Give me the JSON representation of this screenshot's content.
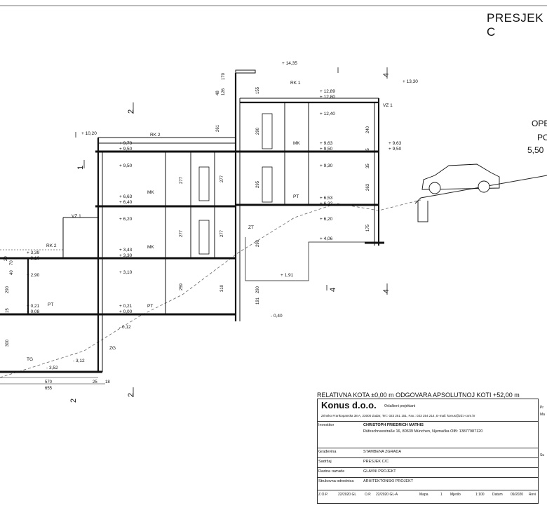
{
  "sheet": {
    "title": "PRESJEK C",
    "ref_note": "RELATIVNA KOTA ±0,00 m ODGOVARA APSOLUTNOJ KOTI +52,00 m",
    "side_text": [
      "OPE",
      "PO",
      "5,50"
    ]
  },
  "levels": {
    "roof": "+ 14,35",
    "top_parapet": "+ 13,30",
    "right": [
      "+ 12,89",
      "+ 12,80",
      "+ 12,40",
      "+ 9,63",
      "+ 9,50",
      "+ 9,30",
      "+ 6,53",
      "+ 6,32",
      "+ 6,20",
      "+ 4,06",
      "+ 1,91",
      "- 0,40"
    ],
    "right_side": [
      "+ 9,63",
      "+ 9,50"
    ],
    "left": [
      "+ 10,20",
      "+ 9,79",
      "+ 9,50",
      "+ 9,50",
      "+ 6,63",
      "+ 6,40",
      "+ 6,20",
      "+ 3,43",
      "+ 3,30",
      "+ 3,10",
      "+ 0,21",
      "+ 0,00",
      "- 0,12",
      "- 3,12"
    ],
    "far_left": [
      "+ 3,39",
      "+ 3,10",
      "+ 2,90",
      "+ 0,21",
      "+ 0,08",
      "- 3,52"
    ]
  },
  "rooms": [
    "RK 1",
    "RK 2",
    "RK 2",
    "MK",
    "MK",
    "MK",
    "PT",
    "PT",
    "PT",
    "ZT",
    "ZG",
    "TG",
    "VZ 1",
    "VZ 1"
  ],
  "dims_vertical": [
    "126",
    "48",
    "170",
    "155",
    "261",
    "290",
    "240",
    "15",
    "277",
    "295",
    "277",
    "35",
    "263",
    "277",
    "290",
    "277",
    "175",
    "290",
    "259",
    "310",
    "191",
    "300",
    "290",
    "15",
    "20",
    "70",
    "40"
  ],
  "dims_horizontal": [
    "570",
    "655",
    "25",
    "18"
  ],
  "section_marks": [
    "1",
    "2",
    "2",
    "4",
    "4",
    "4",
    "2"
  ],
  "titleblock": {
    "company": "Konus d.o.o.",
    "company_sub": "Ovlašteni projektant",
    "address": "Zrinsko Frankopanska 38 A, 23000 Zadar, Tel.: 023 251 151, Fax.: 023 254 214, E-mail: konus@zd.t-com.hr",
    "rows": [
      {
        "label": "Investitor",
        "value": "CHRISTOPH FRIEDRICH MATHIS",
        "extra": "Rüfeschneestraße 16, 80639 München, Njemačka  OIB: 13877987120"
      },
      {
        "label": "Građevina",
        "value": "STAMBENA ZGRADA"
      },
      {
        "label": "Sadržaj",
        "value": "PRESJEK C/C"
      },
      {
        "label": "Razina razrade",
        "value": "GLAVNI PROJEKT"
      },
      {
        "label": "Strukovna odrednica",
        "value": "ARHITEKTONSKI PROJEKT"
      }
    ],
    "footer": {
      "zop_label": "Z.O.P.",
      "zop": "22/2020 GL",
      "op_label": "O.P.",
      "op": "22/2020 GL-A",
      "mapa_label": "Mapa",
      "mapa": "1",
      "mjerilo_label": "Mjerilo",
      "mjerilo": "1:100",
      "datum_label": "Datum",
      "datum": "09/2020",
      "rev_label": "Revi"
    },
    "right_col": [
      "Pr",
      "Ma",
      "Su"
    ]
  }
}
